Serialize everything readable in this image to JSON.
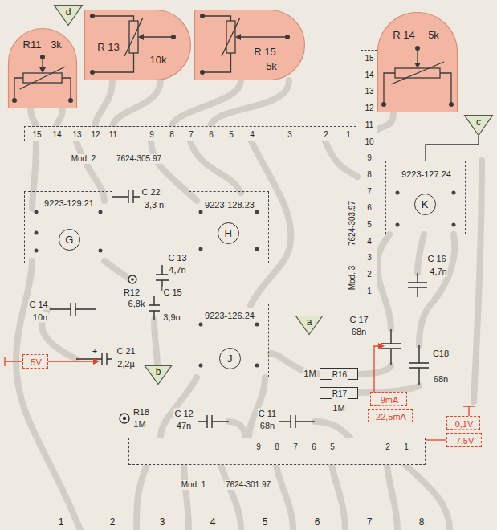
{
  "diagram": {
    "nodes": [
      {
        "text": [
          "d"
        ]
      },
      {
        "text": [
          "R11",
          "3k"
        ]
      },
      {
        "text": [
          "R 13",
          "10k"
        ]
      },
      {
        "text": [
          "R 15",
          "5k"
        ]
      },
      {
        "text": [
          "R 14",
          "5k"
        ]
      },
      {
        "text": [
          "c"
        ]
      },
      {
        "text": [
          "15",
          "14",
          "13",
          "12",
          "11",
          "9",
          "8",
          "7",
          "6",
          "5",
          "4",
          "3",
          "2",
          "1",
          "Mod. 2",
          "7624-305.97"
        ]
      },
      {
        "text": [
          "15",
          "14",
          "13",
          "12",
          "11",
          "10",
          "9",
          "8",
          "7",
          "6",
          "5",
          "4",
          "3",
          "2",
          "1",
          "Mod. 3",
          "7624-303.97"
        ]
      },
      {
        "text": [
          "9223-127.24"
        ]
      },
      {
        "text": [
          "K"
        ],
        "in": 8
      },
      {
        "text": [
          "9223-129.21"
        ]
      },
      {
        "text": [
          "G"
        ],
        "in": 10
      },
      {
        "text": [
          "9223-128.23"
        ]
      },
      {
        "text": [
          "H"
        ],
        "in": 12
      },
      {
        "text": [
          "9223-126.24"
        ]
      },
      {
        "text": [
          "J"
        ],
        "in": 14
      },
      {
        "text": [
          "a"
        ]
      },
      {
        "text": [
          "b"
        ]
      },
      {
        "text": [
          "5V"
        ]
      },
      {
        "text": [
          "R16"
        ]
      },
      {
        "text": [
          "R17"
        ]
      },
      {
        "text": [
          "9mA"
        ]
      },
      {
        "text": [
          "22,5mA"
        ]
      },
      {
        "text": [
          "0,1V"
        ]
      },
      {
        "text": [
          "7,5V"
        ]
      },
      {
        "text": [
          "9",
          "8",
          "7",
          "6",
          "5",
          "2",
          "1",
          "Mod. 1",
          "7624-301.97"
        ]
      }
    ],
    "edges": [
      {
        "from": 5,
        "to": 8,
        "arrow": "none"
      },
      {
        "from": 24,
        "to": 25,
        "arrow": "none"
      }
    ],
    "labels": [
      "C 22",
      "3,3 n",
      "C 13",
      "4,7n",
      "R12",
      "6,8k",
      "C 14",
      "10n",
      "C 15",
      "3,9n",
      "+",
      "C 21",
      "2,2µ",
      "R18",
      "1M",
      "C 12",
      "47n",
      "C 11",
      "68n",
      "1M",
      "1M",
      "C 17",
      "68n",
      "C18",
      "68n",
      "C 16",
      "4,7n",
      "1",
      "2",
      "3",
      "4",
      "5",
      "6",
      "7",
      "8"
    ]
  }
}
